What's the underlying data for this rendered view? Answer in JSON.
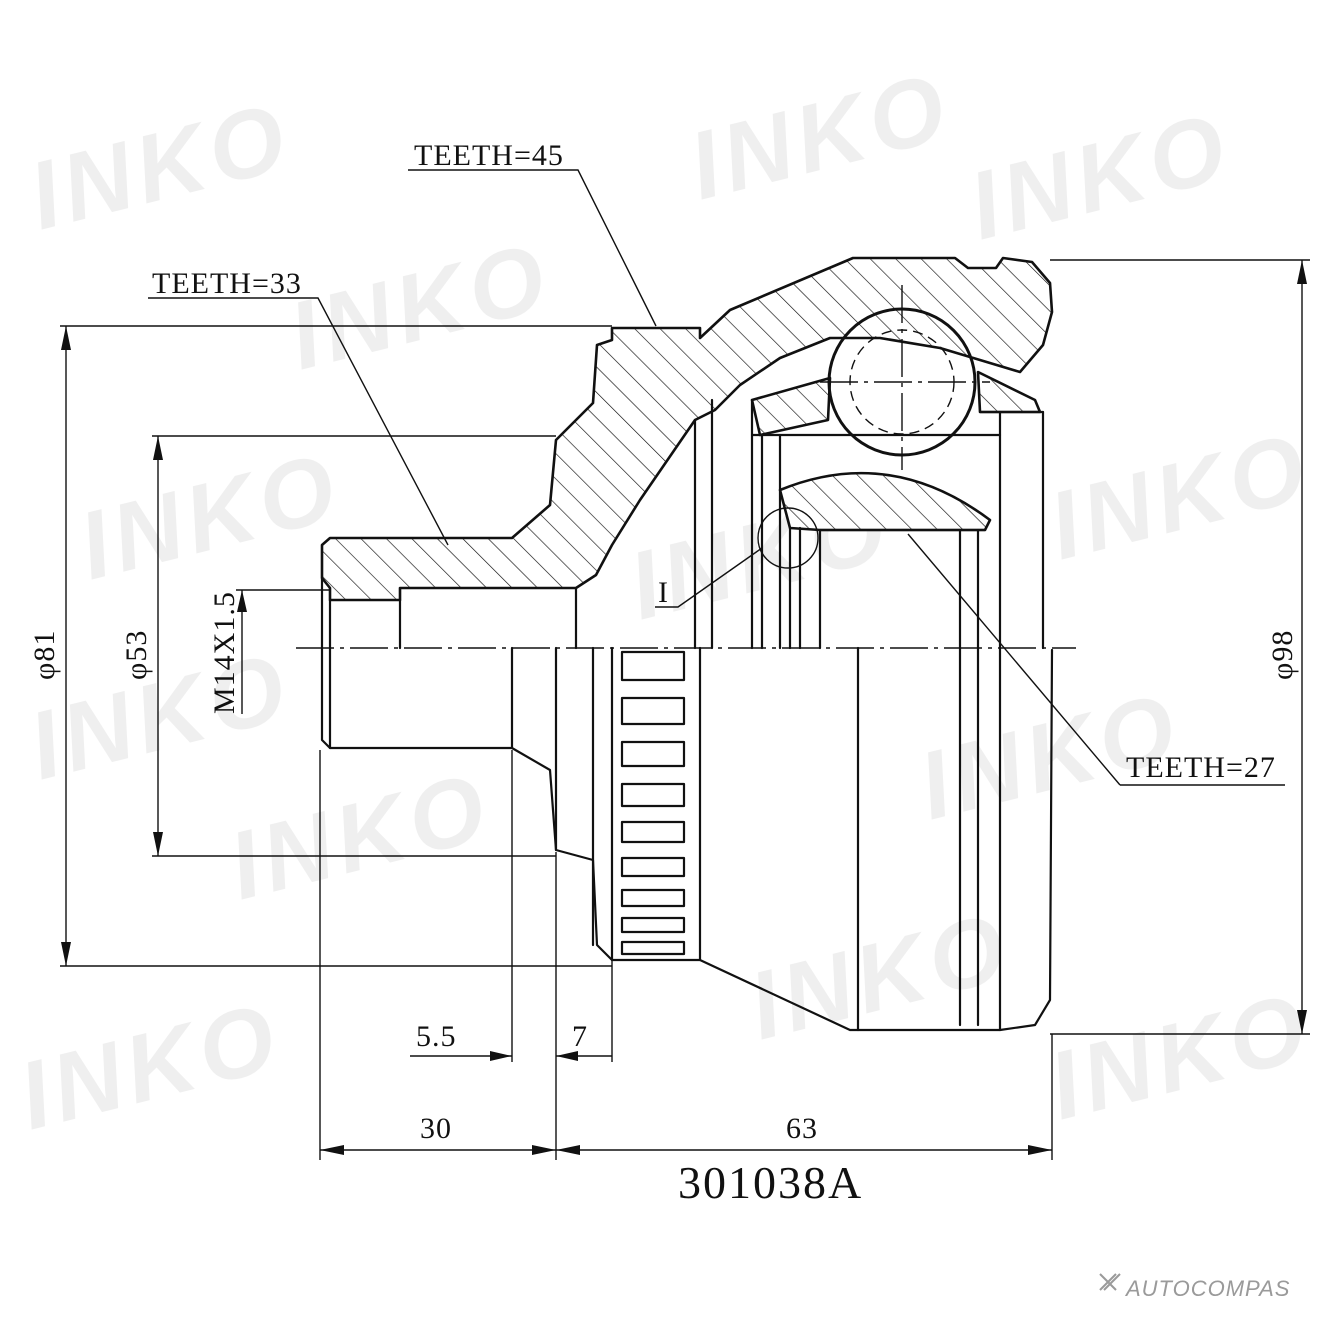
{
  "drawing": {
    "part_number": "301038A",
    "detail_marker": "I",
    "callouts": {
      "teeth_outer": "TEETH=45",
      "teeth_shaft": "TEETH=33",
      "teeth_inner": "TEETH=27"
    },
    "dimensions": {
      "outer_diameter_left": "φ81",
      "shaft_diameter": "φ53",
      "thread": "M14X1.5",
      "outer_diameter_right": "φ98",
      "gap_a": "5.5",
      "gap_b": "7",
      "stub_length": "30",
      "body_length": "63"
    },
    "watermark": "INKO",
    "footer_brand": "AUTOCOMPAS"
  }
}
